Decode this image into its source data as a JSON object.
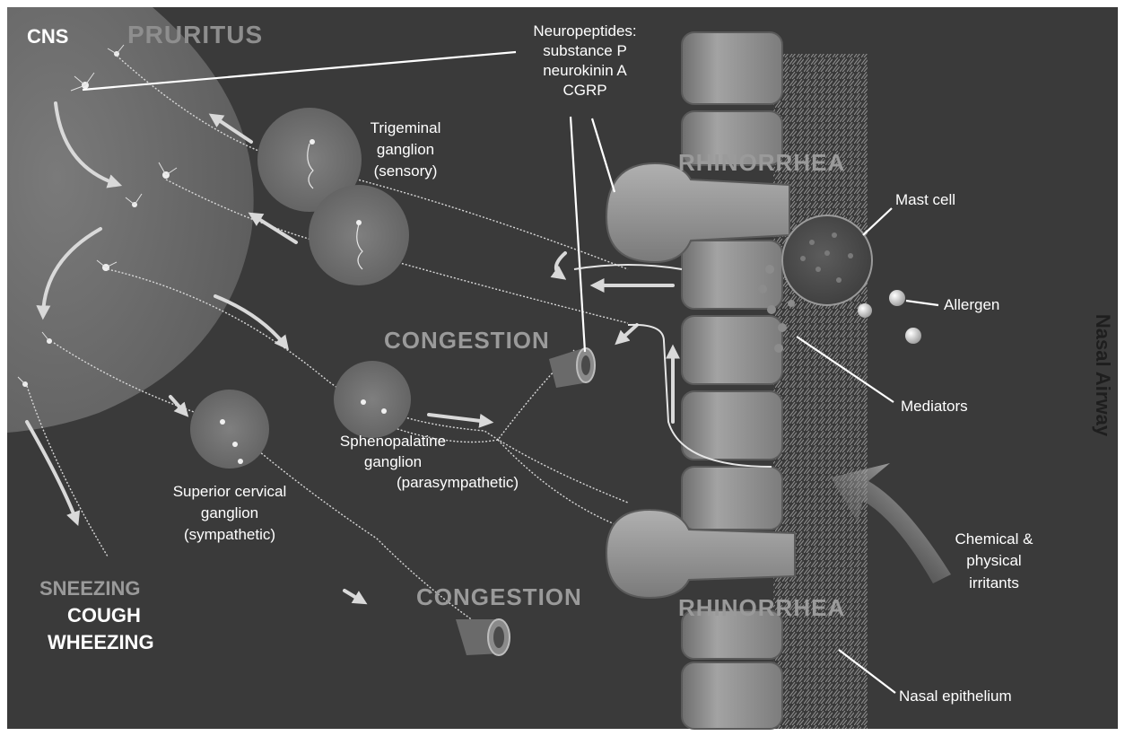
{
  "regions": {
    "cns": "CNS",
    "pruritus": "PRURITUS",
    "nasal_airway": "Nasal Airway"
  },
  "ganglia": {
    "trigeminal": [
      "Trigeminal",
      "ganglion",
      "(sensory)"
    ],
    "sphenopalatine": [
      "Sphenopalatine",
      "ganglion",
      "(parasympathetic)"
    ],
    "superior_cervical": [
      "Superior cervical",
      "ganglion",
      "(sympathetic)"
    ]
  },
  "neuropeptides": [
    "Neuropeptides:",
    "substance P",
    "neurokinin A",
    "CGRP"
  ],
  "effects": {
    "congestion_upper": "CONGESTION",
    "congestion_lower": "CONGESTION",
    "rhinorrhea_upper": "RHINORRHEA",
    "rhinorrhea_lower": "RHINORRHEA"
  },
  "reflexes": {
    "sneezing": "SNEEZING",
    "cough": "COUGH",
    "wheezing": "WHEEZING"
  },
  "airway_labels": {
    "mast_cell": "Mast cell",
    "allergen": "Allergen",
    "mediators": "Mediators",
    "irritants": [
      "Chemical &",
      "physical",
      "irritants"
    ],
    "epithelium": "Nasal epithelium"
  },
  "colors": {
    "background": "#3a3a3a",
    "cns_region": "#6b6b6b",
    "ganglion": "#707070",
    "epithelial_cell": "#8a8a8a",
    "mast_cell": "#4e4e4e",
    "label_text": "#ffffff",
    "embossed_text": "#8e8e8e"
  }
}
